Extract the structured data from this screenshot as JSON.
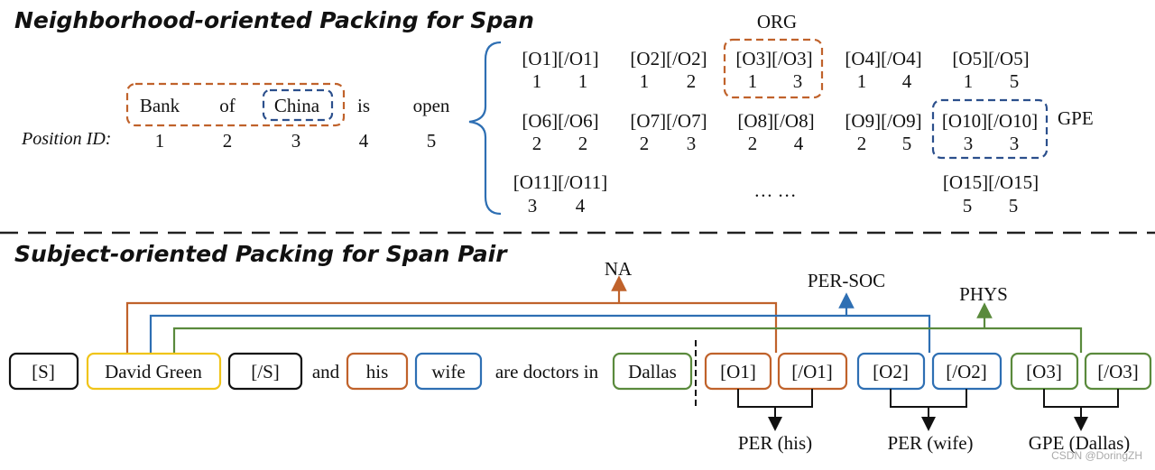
{
  "colors": {
    "orange": "#c0622b",
    "blue": "#2e6fb3",
    "navy": "#2b4f8c",
    "green": "#5a8a3c",
    "yellow": "#f0c419",
    "black": "#111111",
    "divider": "#222222"
  },
  "top": {
    "heading": "Neighborhood-oriented Packing for Span",
    "sentence": {
      "words": [
        "Bank",
        "of",
        "China",
        "is",
        "open"
      ],
      "position_label": "Position ID:",
      "position_ids": [
        "1",
        "2",
        "3",
        "4",
        "5"
      ]
    },
    "markers": [
      {
        "pair": "[O1][/O1]",
        "ids": [
          "1",
          "1"
        ]
      },
      {
        "pair": "[O2][/O2]",
        "ids": [
          "1",
          "2"
        ]
      },
      {
        "pair": "[O3][/O3]",
        "ids": [
          "1",
          "3"
        ]
      },
      {
        "pair": "[O4][/O4]",
        "ids": [
          "1",
          "4"
        ]
      },
      {
        "pair": "[O5][/O5]",
        "ids": [
          "1",
          "5"
        ]
      },
      {
        "pair": "[O6][/O6]",
        "ids": [
          "2",
          "2"
        ]
      },
      {
        "pair": "[O7][/O7]",
        "ids": [
          "2",
          "3"
        ]
      },
      {
        "pair": "[O8][/O8]",
        "ids": [
          "2",
          "4"
        ]
      },
      {
        "pair": "[O9][/O9]",
        "ids": [
          "2",
          "5"
        ]
      },
      {
        "pair": "[O10][/O10]",
        "ids": [
          "3",
          "3"
        ]
      },
      {
        "pair": "[O11][/O11]",
        "ids": [
          "3",
          "4"
        ]
      },
      {
        "pair": "[O15][/O15]",
        "ids": [
          "5",
          "5"
        ]
      }
    ],
    "ellipsis": "… …",
    "org_label": "ORG",
    "gpe_label": "GPE"
  },
  "bottom": {
    "heading": "Subject-oriented Packing for Span Pair",
    "tokens": {
      "s_open": "[S]",
      "subject": "David Green",
      "s_close": "[/S]",
      "and": "and",
      "his": "his",
      "wife": "wife",
      "are_doctors_in": "are doctors in",
      "dallas": "Dallas",
      "o1": "[O1]",
      "o1_close": "[/O1]",
      "o2": "[O2]",
      "o2_close": "[/O2]",
      "o3": "[O3]",
      "o3_close": "[/O3]"
    },
    "relations": {
      "na": "NA",
      "per_soc": "PER-SOC",
      "phys": "PHYS"
    },
    "entity_labels": {
      "his": "PER (his)",
      "wife": "PER (wife)",
      "dallas": "GPE (Dallas)"
    }
  },
  "watermark": "CSDN @DoringZH"
}
